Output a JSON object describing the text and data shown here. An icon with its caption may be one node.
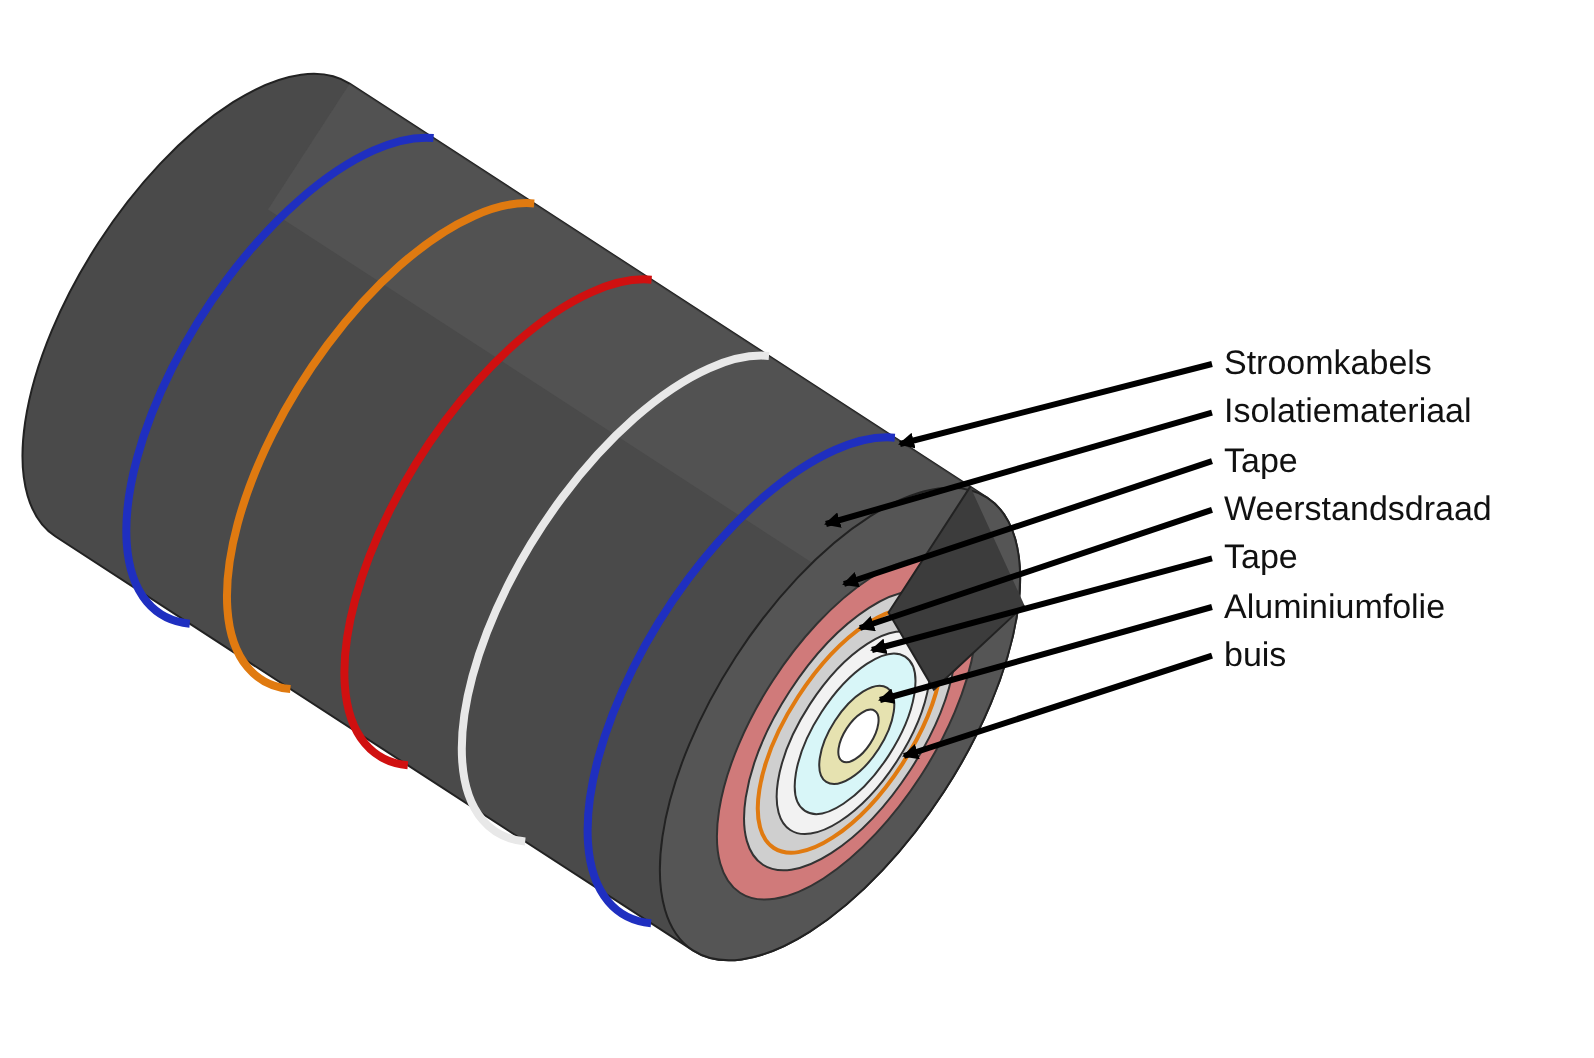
{
  "diagram": {
    "nodes": [
      {
        "text": [
          "Stroomkabels"
        ]
      },
      {
        "text": [
          "Isolatiemateriaal"
        ]
      },
      {
        "text": [
          "Tape"
        ]
      },
      {
        "text": [
          "Weerstandsdraad"
        ]
      },
      {
        "text": [
          "Tape"
        ]
      },
      {
        "text": [
          "Aluminiumfolie"
        ]
      },
      {
        "text": [
          "buis"
        ]
      }
    ],
    "edges": [
      {
        "from": 0,
        "to": null,
        "arrow": "to"
      },
      {
        "from": 1,
        "to": null,
        "arrow": "to"
      },
      {
        "from": 2,
        "to": null,
        "arrow": "to"
      },
      {
        "from": 3,
        "to": null,
        "arrow": "to"
      },
      {
        "from": 4,
        "to": null,
        "arrow": "to"
      },
      {
        "from": 5,
        "to": null,
        "arrow": "to"
      },
      {
        "from": 6,
        "to": null,
        "arrow": "to"
      }
    ]
  }
}
